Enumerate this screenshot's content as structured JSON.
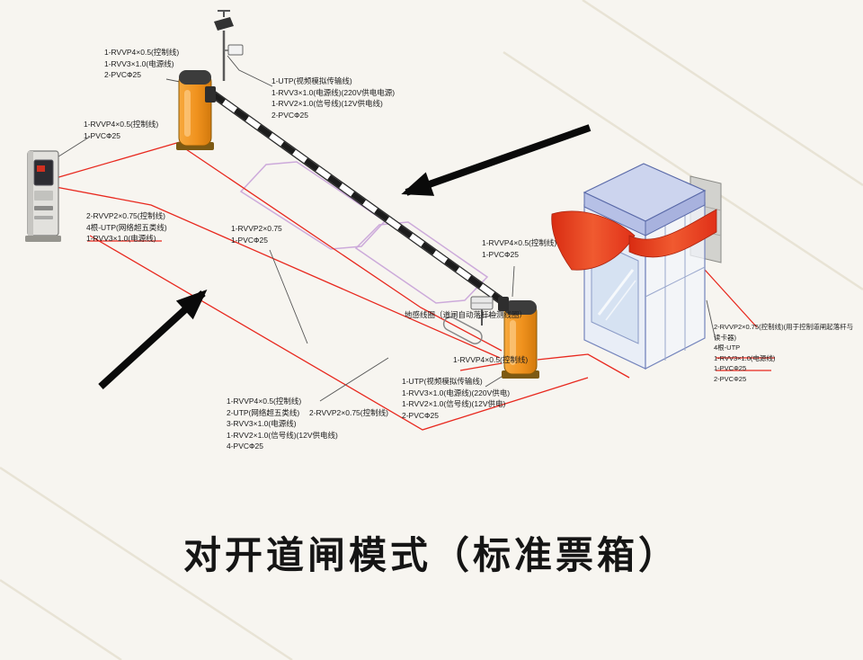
{
  "title": "对开道闸模式（标准票箱）",
  "labels": {
    "gate1_cables": [
      "1-RVVP4×0.5(控制线)",
      "1-RVV3×1.0(电源线)",
      "2-PVCФ25"
    ],
    "dispenser_upper": [
      "1-RVVP4×0.5(控制线)",
      "1-PVCФ25"
    ],
    "dispenser_lower": [
      "2-RVVP2×0.75(控制线)",
      "4根-UTP(网络超五类线)",
      "1-RVV3×1.0(电源线)"
    ],
    "camera_cables": [
      "1-UTP(视频模拟传输线)",
      "1-RVV3×1.0(电源线)(220V供电电源)",
      "1-RVV2×1.0(信号线)(12V供电线)",
      "2-PVCФ25"
    ],
    "center_cables": [
      "1-RVVP2×0.75",
      "1-PVCФ25"
    ],
    "gate2_upper": [
      "1-RVVP4×0.5(控制线)",
      "1-PVCФ25"
    ],
    "ground_loop": [
      "地感线圈（道闸自动落杆检测线圈）"
    ],
    "gate2_mid": [
      "1-RVVP4×0.5(控制线)"
    ],
    "gate2_lower": [
      "1-UTP(视频模拟传输线)",
      "1-RVV3×1.0(电源线)(220V供电)",
      "1-RVV2×1.0(信号线)(12V供电)",
      "2-PVCФ25"
    ],
    "trench": [
      "1-RVVP4×0.5(控制线)",
      "2-UTP(网络超五类线)",
      "3-RVV3×1.0(电源线)",
      "1-RVV2×1.0(信号线)(12V供电线)",
      "4-PVCФ25"
    ],
    "trench_extra": [
      "2-RVVP2×0.75(控制线)"
    ],
    "booth_cables": [
      "2-RVVP2×0.75(控制线)(用于控制道闸起落杆与读卡器)",
      "4根-UTP",
      "1-RVV3×1.0(电源线)",
      "1-PVCФ25",
      "2-PVCФ25"
    ]
  },
  "colors": {
    "gate_orange": "#f0921e",
    "cable_red": "#e8281e",
    "lane_purple": "#c8a2d8",
    "booth_blue": "#ccd4ee",
    "ribbon_red": "#e03018",
    "arrow_black": "#0a0a0a"
  }
}
